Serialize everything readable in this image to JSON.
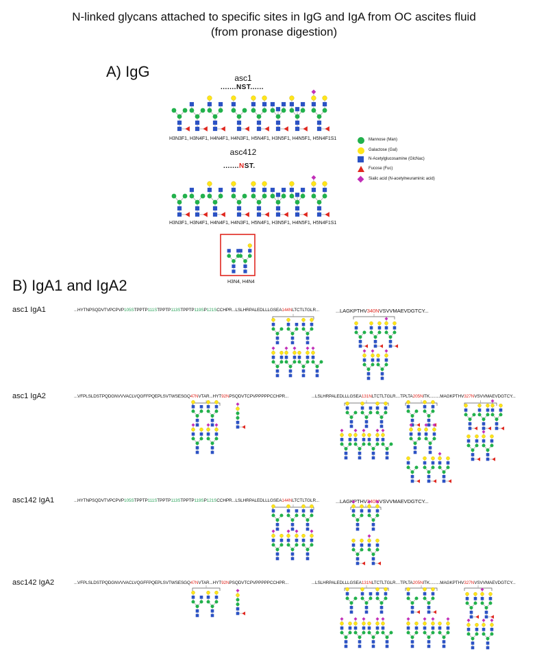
{
  "title_line1": "N-linked glycans attached to specific sites in IgG and IgA from OC ascites fluid",
  "title_line2": "(from pronase digestion)",
  "section_a": "A) IgG",
  "section_b": "B) IgA1 and IgA2",
  "igg": {
    "sample1": "asc1",
    "motif1": ".......NST......",
    "glycans1": "H3N3F1, H3N4F1, H4N4F1, H4N3F1, H5N4F1, H3N5F1, H4N5F1, H5N4F1S1",
    "sample2": "asc412",
    "motif2_pre": ".......",
    "motif2_n": "N",
    "motif2_post": "ST.",
    "glycans2": "H3N3F1, H3N4F1, H4N4F1, H4N3F1, H5N4F1, H3N5F1, H4N5F1, H5N4F1S1",
    "boxed_glycans": "H3N4, H4N4"
  },
  "legend": [
    {
      "label": "Mannose (Man)",
      "shape": "circle",
      "color": "#22b14c"
    },
    {
      "label": "Galactose (Gal)",
      "shape": "circle",
      "color": "#ffe51a"
    },
    {
      "label": "N-Acetylglucosamine (GlcNac)",
      "shape": "square",
      "color": "#2b52c4"
    },
    {
      "label": "Fucose (Fuc)",
      "shape": "triangle",
      "color": "#e0271f"
    },
    {
      "label": "Sialic acid (N-acetylneuraminic acid)",
      "shape": "diamond",
      "color": "#c12fb8"
    }
  ],
  "iga_rows": [
    {
      "label": "asc1 IgA1",
      "segments": [
        [
          [
            "...HYTNPSQDVTVPCPVP",
            ""
          ],
          [
            "105S",
            "g"
          ],
          [
            "TPPTP",
            ""
          ],
          [
            "111S",
            "g"
          ],
          [
            "TPPTP",
            ""
          ],
          [
            "113S",
            "g"
          ],
          [
            "TPPTP",
            ""
          ],
          [
            "119S",
            "g"
          ],
          [
            "P",
            ""
          ],
          [
            "121S",
            "g"
          ],
          [
            "CCHPR...LSLHRPALEDLLLGSEA",
            ""
          ],
          [
            "144N",
            "r"
          ],
          [
            "LTCTLTGLR...",
            ""
          ]
        ],
        [
          [
            "...LAGKPTHV",
            ""
          ],
          [
            "340N",
            "r"
          ],
          [
            "VSVVMAEVDGTCY...",
            ""
          ]
        ]
      ]
    },
    {
      "label": "asc1 IgA2",
      "segments": [
        [
          [
            "...VFPLSLDSTPQDGNVVVACLVQGFFPQEPLSVTWSESGQ",
            ""
          ],
          [
            "47N",
            "r"
          ],
          [
            "VTAR...HYT",
            ""
          ],
          [
            "92N",
            "r"
          ],
          [
            "PSQDVTCPVPPPPPCCHPR...",
            ""
          ]
        ],
        [
          [
            "...LSLHRPALEDLLLGSEA",
            ""
          ],
          [
            "131N",
            "r"
          ],
          [
            "LTCTLTGLR....TPLTA",
            ""
          ],
          [
            "205N",
            "r"
          ],
          [
            "ITK.........MAGKPTHV",
            ""
          ],
          [
            "327N",
            "r"
          ],
          [
            "VSVVMAEVDGTCY...",
            ""
          ]
        ]
      ]
    },
    {
      "label": "asc142 IgA1",
      "segments": [
        [
          [
            "...HYTNPSQDVTVPCPVP",
            ""
          ],
          [
            "105S",
            "g"
          ],
          [
            "TPPTP",
            ""
          ],
          [
            "111S",
            "g"
          ],
          [
            "TPPTP",
            ""
          ],
          [
            "113S",
            "g"
          ],
          [
            "TPPTP",
            ""
          ],
          [
            "119S",
            "g"
          ],
          [
            "P",
            ""
          ],
          [
            "121S",
            "g"
          ],
          [
            "CCHPR...LSLHRPALEDLLLGSEA",
            ""
          ],
          [
            "144N",
            "r"
          ],
          [
            "LTCTLTGLR...",
            ""
          ]
        ],
        [
          [
            "...LAGKPTHV",
            ""
          ],
          [
            "340N",
            "r"
          ],
          [
            "VSVVMAEVDGTCY...",
            ""
          ]
        ]
      ]
    },
    {
      "label": "asc142 IgA2",
      "segments": [
        [
          [
            "...VFPLSLDSTPQDGNVVVACLVQGFFPQEPLSVTWSESGQ",
            ""
          ],
          [
            "47N",
            "r"
          ],
          [
            "VTAR...HYT",
            ""
          ],
          [
            "92N",
            "r"
          ],
          [
            "PSQDVTCPVPPPPPCCHPR...",
            ""
          ]
        ],
        [
          [
            "...LSLHRPALEDLLLGSEA",
            ""
          ],
          [
            "131N",
            "r"
          ],
          [
            "LTCTLTGLR....TPLTA",
            ""
          ],
          [
            "205N",
            "r"
          ],
          [
            "ITK.........MAGKPTHV",
            ""
          ],
          [
            "327N",
            "r"
          ],
          [
            "VSVVMAEVDGTCY...",
            ""
          ]
        ]
      ]
    }
  ]
}
